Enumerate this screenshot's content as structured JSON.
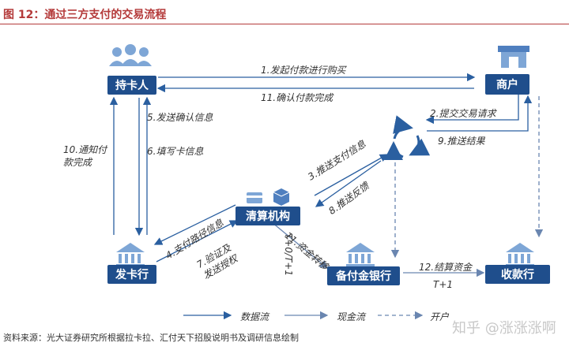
{
  "title": "图 12：通过三方支付的交易流程",
  "nodes": {
    "cardholder": "持卡人",
    "merchant": "商户",
    "clearing": "清算机构",
    "issuer": "发卡行",
    "settlement_bank": "备付金银行",
    "acquirer": "收款行"
  },
  "steps": {
    "s1": "1.发起付款进行购买",
    "s2": "2.提交交易请求",
    "s3": "3.推送支付信息",
    "s4": "4.支付路径信息",
    "s5": "5.发送确认信息",
    "s6": "6.填写卡信息",
    "s7": "7.验证及发送授权",
    "s8": "8.推送反馈",
    "s9": "9.推送结果",
    "s10": "10.通知付款完成",
    "s11": "11.确认付款完成",
    "s11b": "11.资金转移",
    "s12": "12.结算资金"
  },
  "timing": {
    "t0": "T+0/T+1",
    "t1": "T+1"
  },
  "legend": {
    "data_flow": "数据流",
    "cash_flow": "现金流",
    "account": "开户"
  },
  "footer": "资料来源：光大证券研究所根据拉卡拉、汇付天下招股说明书及调研信息绘制",
  "watermark": "知乎 @涨涨涨啊",
  "colors": {
    "node": "#1f4e8c",
    "title": "#b43a3a",
    "arrow": "#2a5fa0"
  }
}
